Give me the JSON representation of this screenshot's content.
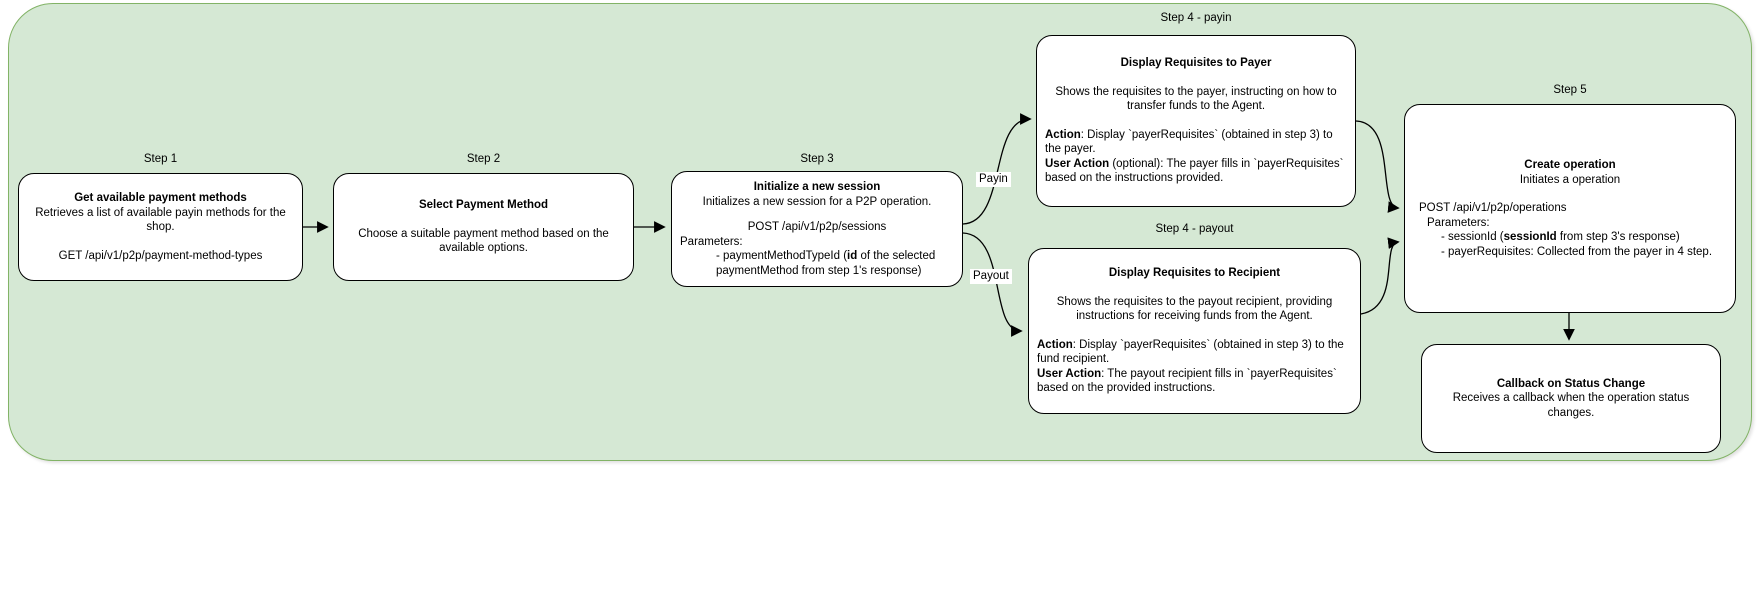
{
  "colors": {
    "container_fill": "#d5e8d4",
    "container_stroke": "#82b366",
    "node_fill": "#ffffff",
    "node_stroke": "#000000",
    "edge_stroke": "#000000"
  },
  "labels": {
    "step1": "Step 1",
    "step2": "Step 2",
    "step3": "Step 3",
    "step4_payin": "Step 4 - payin",
    "step4_payout": "Step 4 - payout",
    "step5": "Step 5",
    "edge_payin": "Payin",
    "edge_payout": "Payout"
  },
  "nodes": {
    "step1": {
      "title": "Get available payment methods",
      "desc": "Retrieves a list of available payin methods for the shop.",
      "endpoint": "GET /api/v1/p2p/payment-method-types"
    },
    "step2": {
      "title": "Select Payment Method",
      "desc": "Choose a suitable payment method based on the available options."
    },
    "step3": {
      "title": "Initialize a new session",
      "desc": "Initializes a new session for a P2P operation.",
      "endpoint": "POST /api/v1/p2p/sessions",
      "params_label": "Parameters:",
      "param1_pre": "- paymentMethodTypeId (",
      "param1_bold": "id",
      "param1_post": " of the selected paymentMethod from step 1's response)"
    },
    "payin": {
      "title": "Display Requisites to Payer",
      "desc": "Shows the requisites to the payer, instructing on how to transfer funds to the Agent.",
      "action_label": "Action",
      "action_text": ": Display `payerRequisites` (obtained in step 3) to the  payer.",
      "user_action_label": "User Action",
      "user_action_text": " (optional): The payer fills in `payerRequisites` based on the instructions provided."
    },
    "payout": {
      "title": "Display Requisites to Recipient",
      "desc": "Shows the requisites to the payout recipient, providing instructions for receiving funds from the Agent.",
      "action_label": "Action",
      "action_text": ": Display `payerRequisites` (obtained in step 3) to the fund recipient.",
      "user_action_label": "User Action",
      "user_action_text": ": The payout recipient fills in `payerRequisites` based on the provided instructions."
    },
    "step5": {
      "title": "Create operation",
      "subtitle": "Initiates a operation",
      "endpoint": "POST /api/v1/p2p/operations",
      "params_label": "Parameters:",
      "param1_pre": "- sessionId (",
      "param1_bold": "sessionId",
      "param1_post": " from step 3's response)",
      "param2": "- payerRequisites: Collected from the payer in 4 step."
    },
    "callback": {
      "title": "Callback on Status Change",
      "desc": "Receives a callback when the operation status changes."
    }
  }
}
